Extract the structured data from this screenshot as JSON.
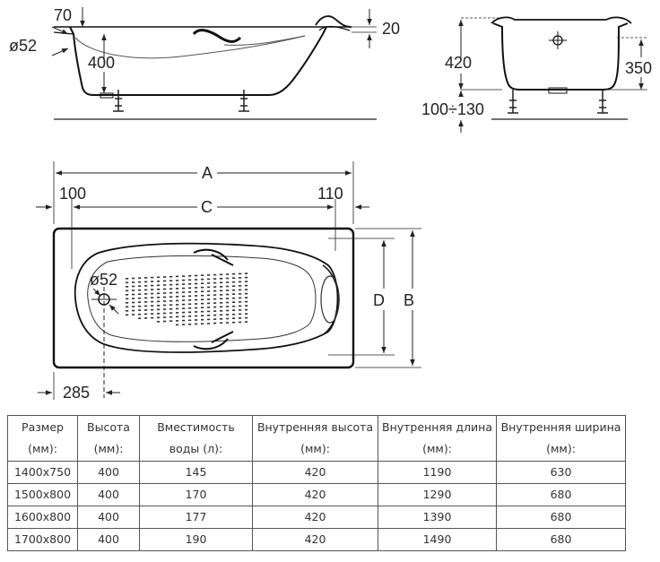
{
  "side_view": {
    "rim_width": "70",
    "rim_height": "20",
    "outlet_diameter": "ø52",
    "depth": "400"
  },
  "end_view": {
    "total_height": "420",
    "inner_height": "350",
    "leg_range": "100÷130"
  },
  "plan_view": {
    "length_label": "A",
    "inner_length_label": "C",
    "width_label": "B",
    "inner_width_label": "D",
    "left_offset": "100",
    "right_offset": "110",
    "outlet_diameter": "ø52",
    "outlet_offset": "285"
  },
  "table": {
    "headers": [
      [
        "Размер",
        "(мм):"
      ],
      [
        "Высота",
        "(мм):"
      ],
      [
        "Вместимость",
        "воды (л):"
      ],
      [
        "Внутренняя высота",
        "(мм):"
      ],
      [
        "Внутренняя длина",
        "(мм):"
      ],
      [
        "Внутренняя ширина",
        "(мм):"
      ]
    ],
    "rows": [
      [
        "1400x750",
        "400",
        "145",
        "420",
        "1190",
        "630"
      ],
      [
        "1500x800",
        "400",
        "170",
        "420",
        "1290",
        "680"
      ],
      [
        "1600x800",
        "400",
        "177",
        "420",
        "1390",
        "680"
      ],
      [
        "1700x800",
        "400",
        "190",
        "420",
        "1490",
        "680"
      ]
    ]
  }
}
